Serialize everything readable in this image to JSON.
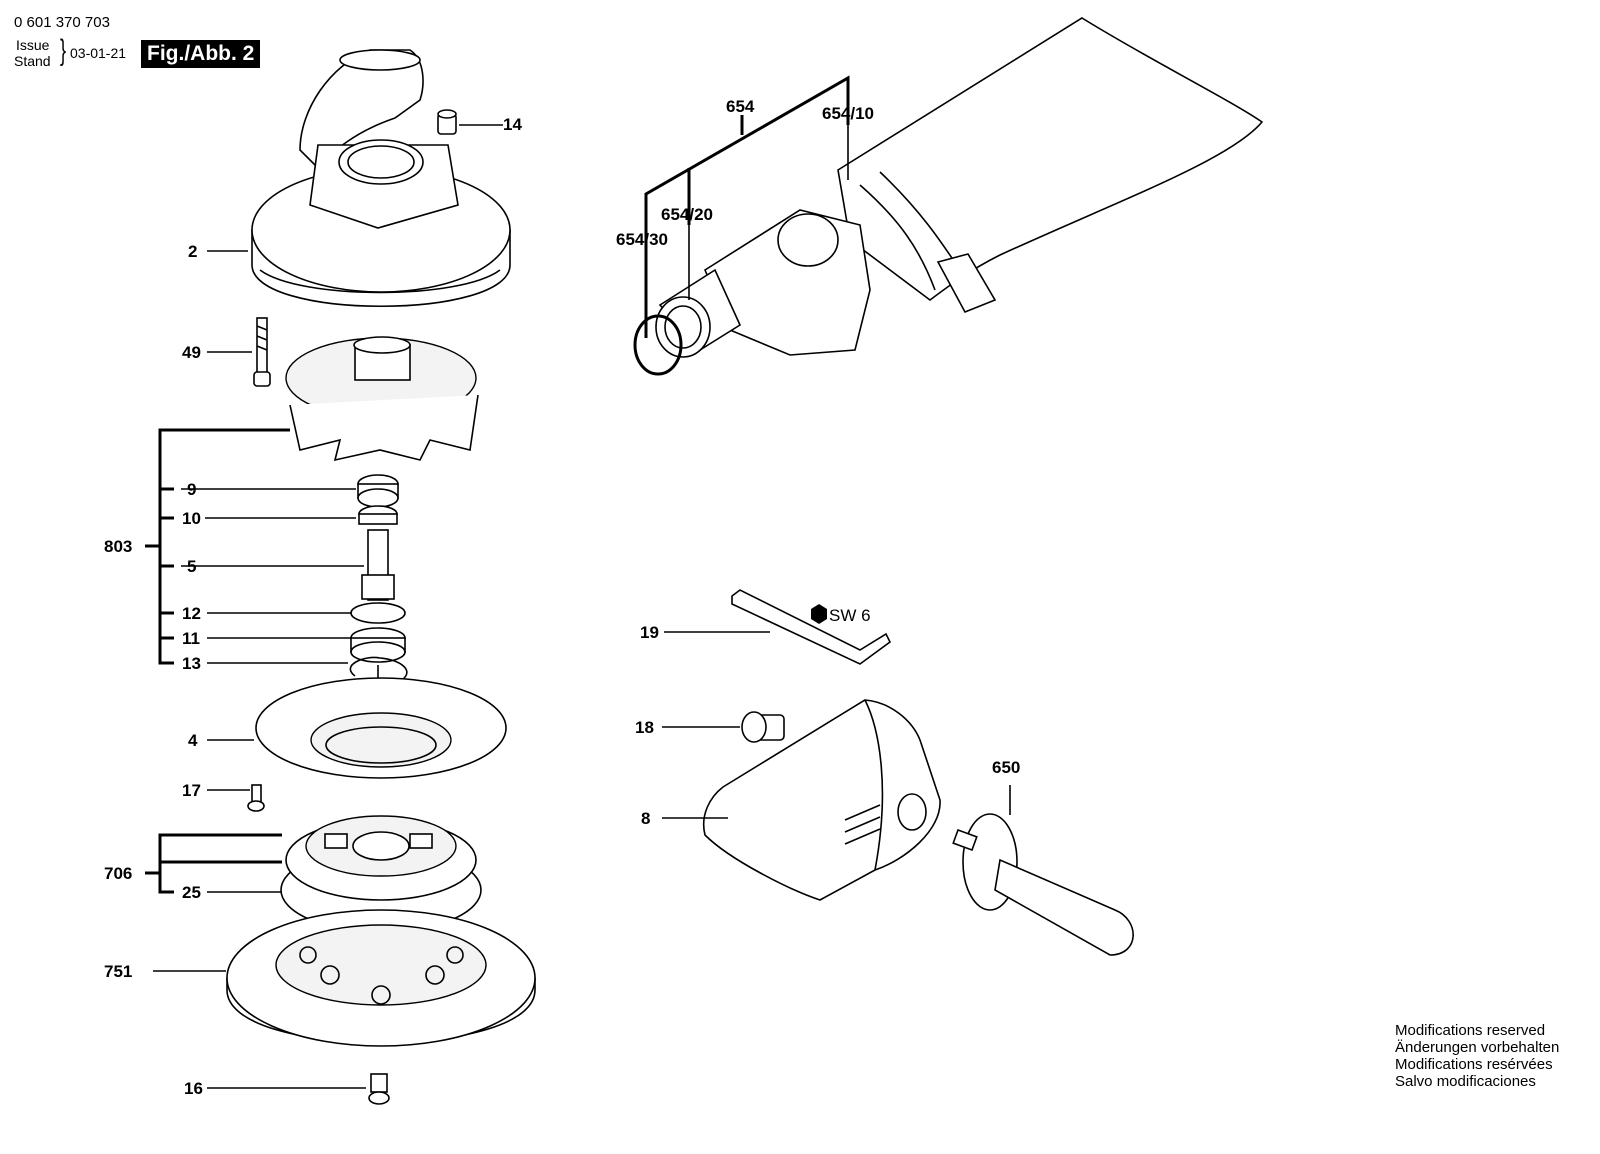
{
  "header": {
    "doc_number": "0 601 370 703",
    "issue_label": "Issue",
    "stand_label": "Stand",
    "issue_date": "03-01-21",
    "figure_label": "Fig./Abb. 2"
  },
  "callouts": {
    "p14": "14",
    "p2": "2",
    "p49": "49",
    "p803": "803",
    "p9": "9",
    "p10": "10",
    "p5": "5",
    "p12": "12",
    "p11": "11",
    "p13": "13",
    "p4": "4",
    "p17": "17",
    "p706": "706",
    "p25": "25",
    "p751": "751",
    "p16": "16",
    "p654": "654",
    "p654_10": "654/10",
    "p654_20": "654/20",
    "p654_30": "654/30",
    "p19": "19",
    "sw6": "SW 6",
    "p18": "18",
    "p8": "8",
    "p650": "650"
  },
  "modifications": [
    "Modifications reserved",
    "Änderungen vorbehalten",
    "Modifications resérvées",
    "Salvo modificaciones"
  ]
}
